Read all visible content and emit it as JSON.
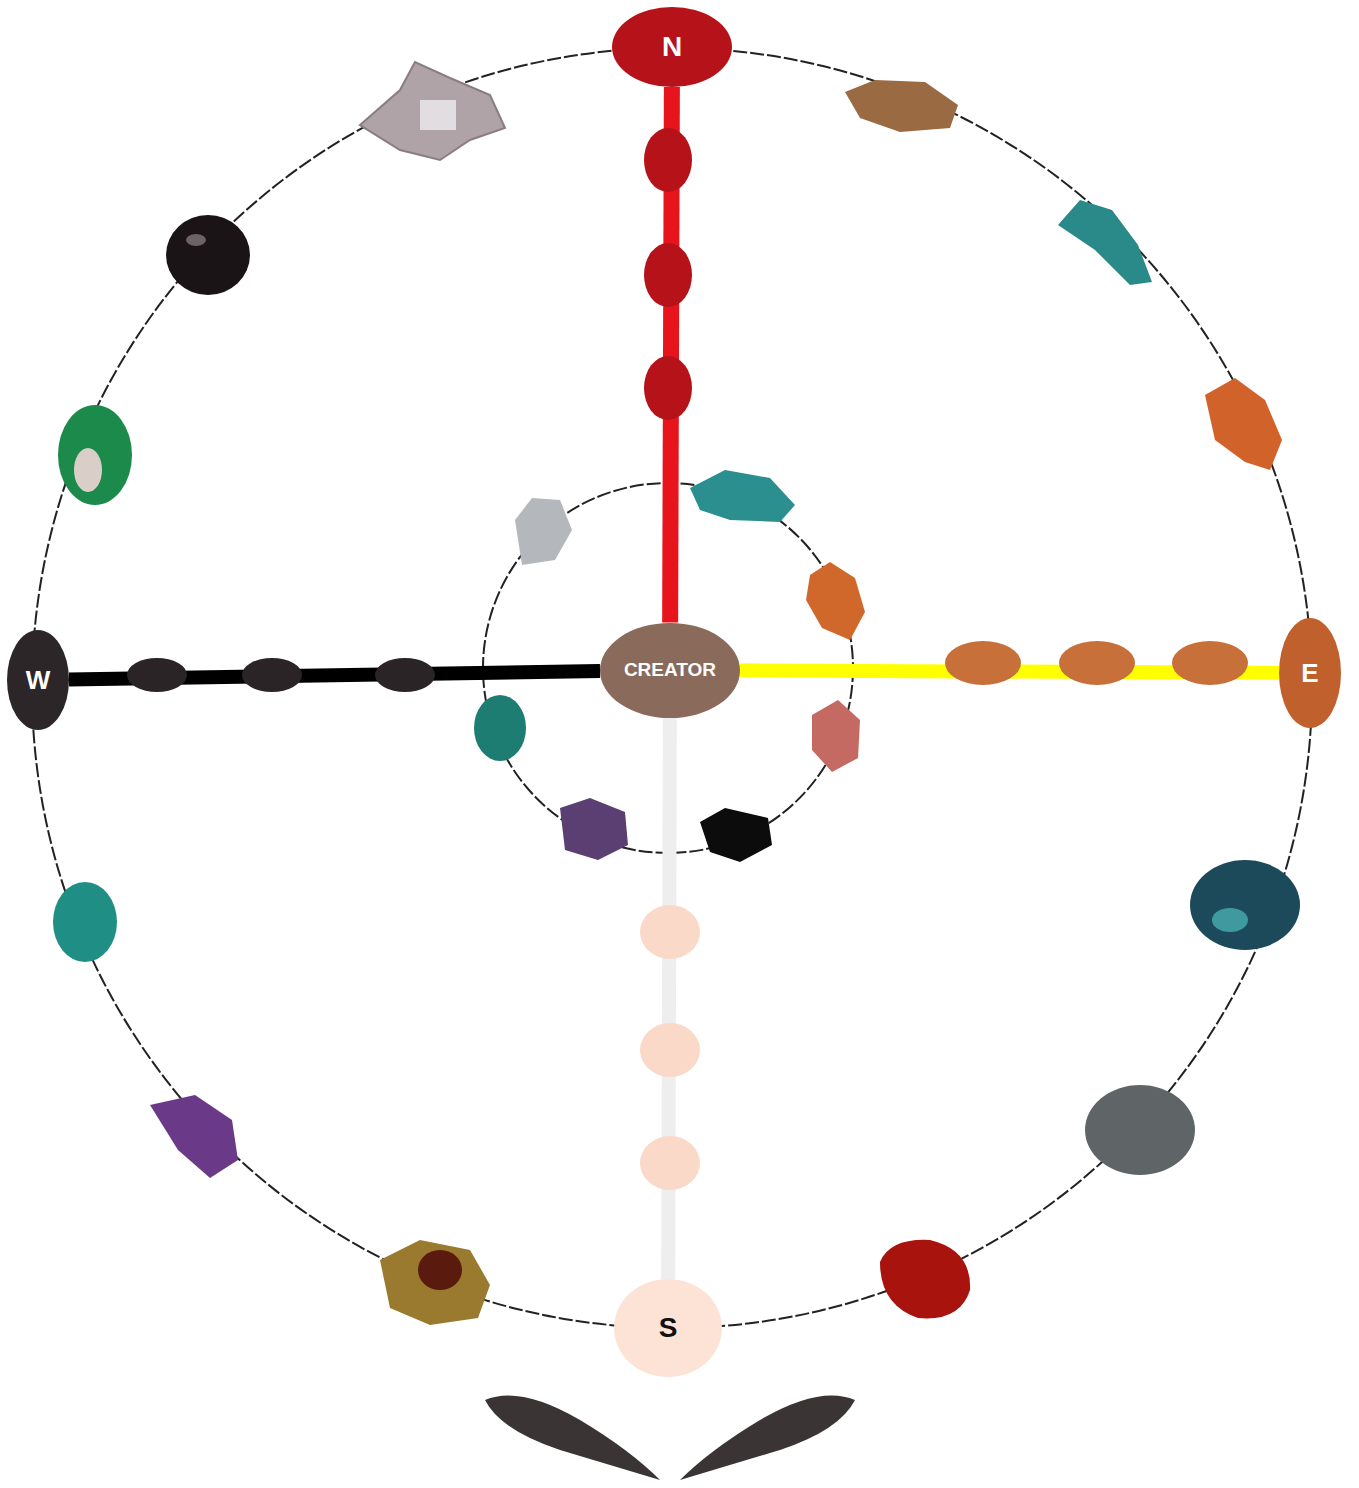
{
  "diagram": {
    "nodes": [
      {
        "text": [
          "N"
        ]
      },
      {
        "text": [
          "W"
        ]
      },
      {
        "text": [
          "CREATOR"
        ]
      },
      {
        "text": [
          "E"
        ]
      },
      {
        "text": [
          "S"
        ]
      }
    ],
    "edges": [
      {
        "from": 2,
        "to": 0,
        "arrow": "none"
      },
      {
        "from": 2,
        "to": 1,
        "arrow": "none"
      },
      {
        "from": 2,
        "to": 3,
        "arrow": "none"
      },
      {
        "from": 2,
        "to": 4,
        "arrow": "none"
      }
    ]
  }
}
